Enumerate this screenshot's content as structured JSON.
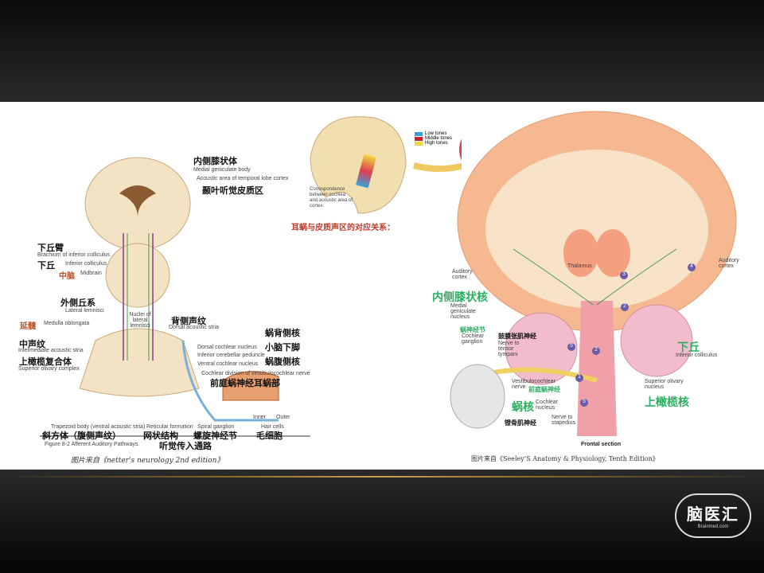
{
  "left_figure": {
    "labels_zh": {
      "medial_geniculate": "内侧膝状体",
      "temporal_cortex": "颞叶听觉皮质区",
      "brachium": "下丘臂",
      "inferior_colliculus": "下丘",
      "midbrain": "中脑",
      "lateral_lemnisci": "外侧丘系",
      "medulla": "延髓",
      "dorsal_stria": "背侧声纹",
      "intermediate_stria": "中声纹",
      "superior_olivary": "上橄榄复合体",
      "dorsal_cochlear": "蜗背侧核",
      "icp": "小脑下脚",
      "ventral_cochlear": "蜗腹侧核",
      "cochlear_division": "前庭蜗神经耳蜗部",
      "trapezoid": "斜方体（腹侧声纹）",
      "reticular": "网状结构",
      "spiral_ganglion": "螺旋神经节",
      "hair_cells": "毛细胞",
      "pathway": "听觉传入通路"
    },
    "labels_en": {
      "medial_geniculate": "Medial geniculate body",
      "temporal_cortex": "Acoustic area of temporal lobe cortex",
      "brachium": "Brachium of inferior colliculus",
      "inferior_colliculus": "Inferior colliculus",
      "midbrain": "Midbrain",
      "lateral_lemnisci": "Lateral lemnisci",
      "nuclei_ll": "Nuclei of lateral lemnisci",
      "medulla": "Medulla oblongata",
      "dorsal_stria": "Dorsal acoustic stria",
      "intermediate_stria": "Intermediate acoustic stria",
      "superior_olivary": "Superior olivary complex",
      "dorsal_cochlear": "Dorsal cochlear nucleus",
      "icp": "Inferior cerebellar peduncle",
      "ventral_cochlear": "Ventral cochlear nucleus",
      "cochlear_division": "Cochlear division of vestibulocochlear nerve",
      "trapezoid": "Trapezoid body (ventral acoustic stria)",
      "reticular": "Reticular formation",
      "spiral_ganglion": "Spiral ganglion",
      "inner": "Inner",
      "outer": "Outer",
      "hair_cells": "Hair cells"
    },
    "figure_caption": "Figure 8-2  Afferent Auditory Pathways.",
    "source": "图片来自《netter's neurology 2nd edition》"
  },
  "middle_figure": {
    "legend": [
      "Low tones",
      "Middle tones",
      "High tones"
    ],
    "legend_colors": [
      "#3aa0d8",
      "#c8202a",
      "#f0d840"
    ],
    "caption_en": "Correspondence between cochlea and acoustic area of cortex:",
    "caption_zh": "耳蜗与皮质声区的对应关系："
  },
  "right_figure": {
    "labels_en": {
      "thalamus": "Thalamus",
      "auditory_cortex_l": "Auditory cortex",
      "auditory_cortex_r": "Auditory cortex",
      "mgn": "Medial geniculate nucleus",
      "cochlear_ganglion": "Cochlear ganglion",
      "tensor": "Nerve to tensor tympani",
      "vestibulocochlear": "Vestibulocochlear nerve",
      "cochlear_nucleus": "Cochlear nucleus",
      "stapedius": "Nerve to stapedius",
      "inferior_colliculus": "Inferior colliculus",
      "superior_olivary": "Superior olivary nucleus",
      "frontal": "Frontal section"
    },
    "labels_zh": {
      "mgn": "内侧膝状核",
      "cochlear_ganglion": "蜗神经节",
      "tensor": "鼓膜张肌神经",
      "vestibulocochlear": "前庭蜗神经",
      "cochlear_nucleus": "蜗核",
      "stapedius": "镫骨肌神经",
      "inferior_colliculus": "下丘",
      "superior_olivary": "上橄榄核"
    },
    "step_numbers": [
      "1",
      "2",
      "2",
      "3",
      "4",
      "5",
      "5"
    ],
    "source": "图片来自《Seeley’S Anatomy & Physiology, Tenth Edition》"
  },
  "logo": {
    "title": "脑医汇",
    "subtitle": "Brainmed.com"
  }
}
